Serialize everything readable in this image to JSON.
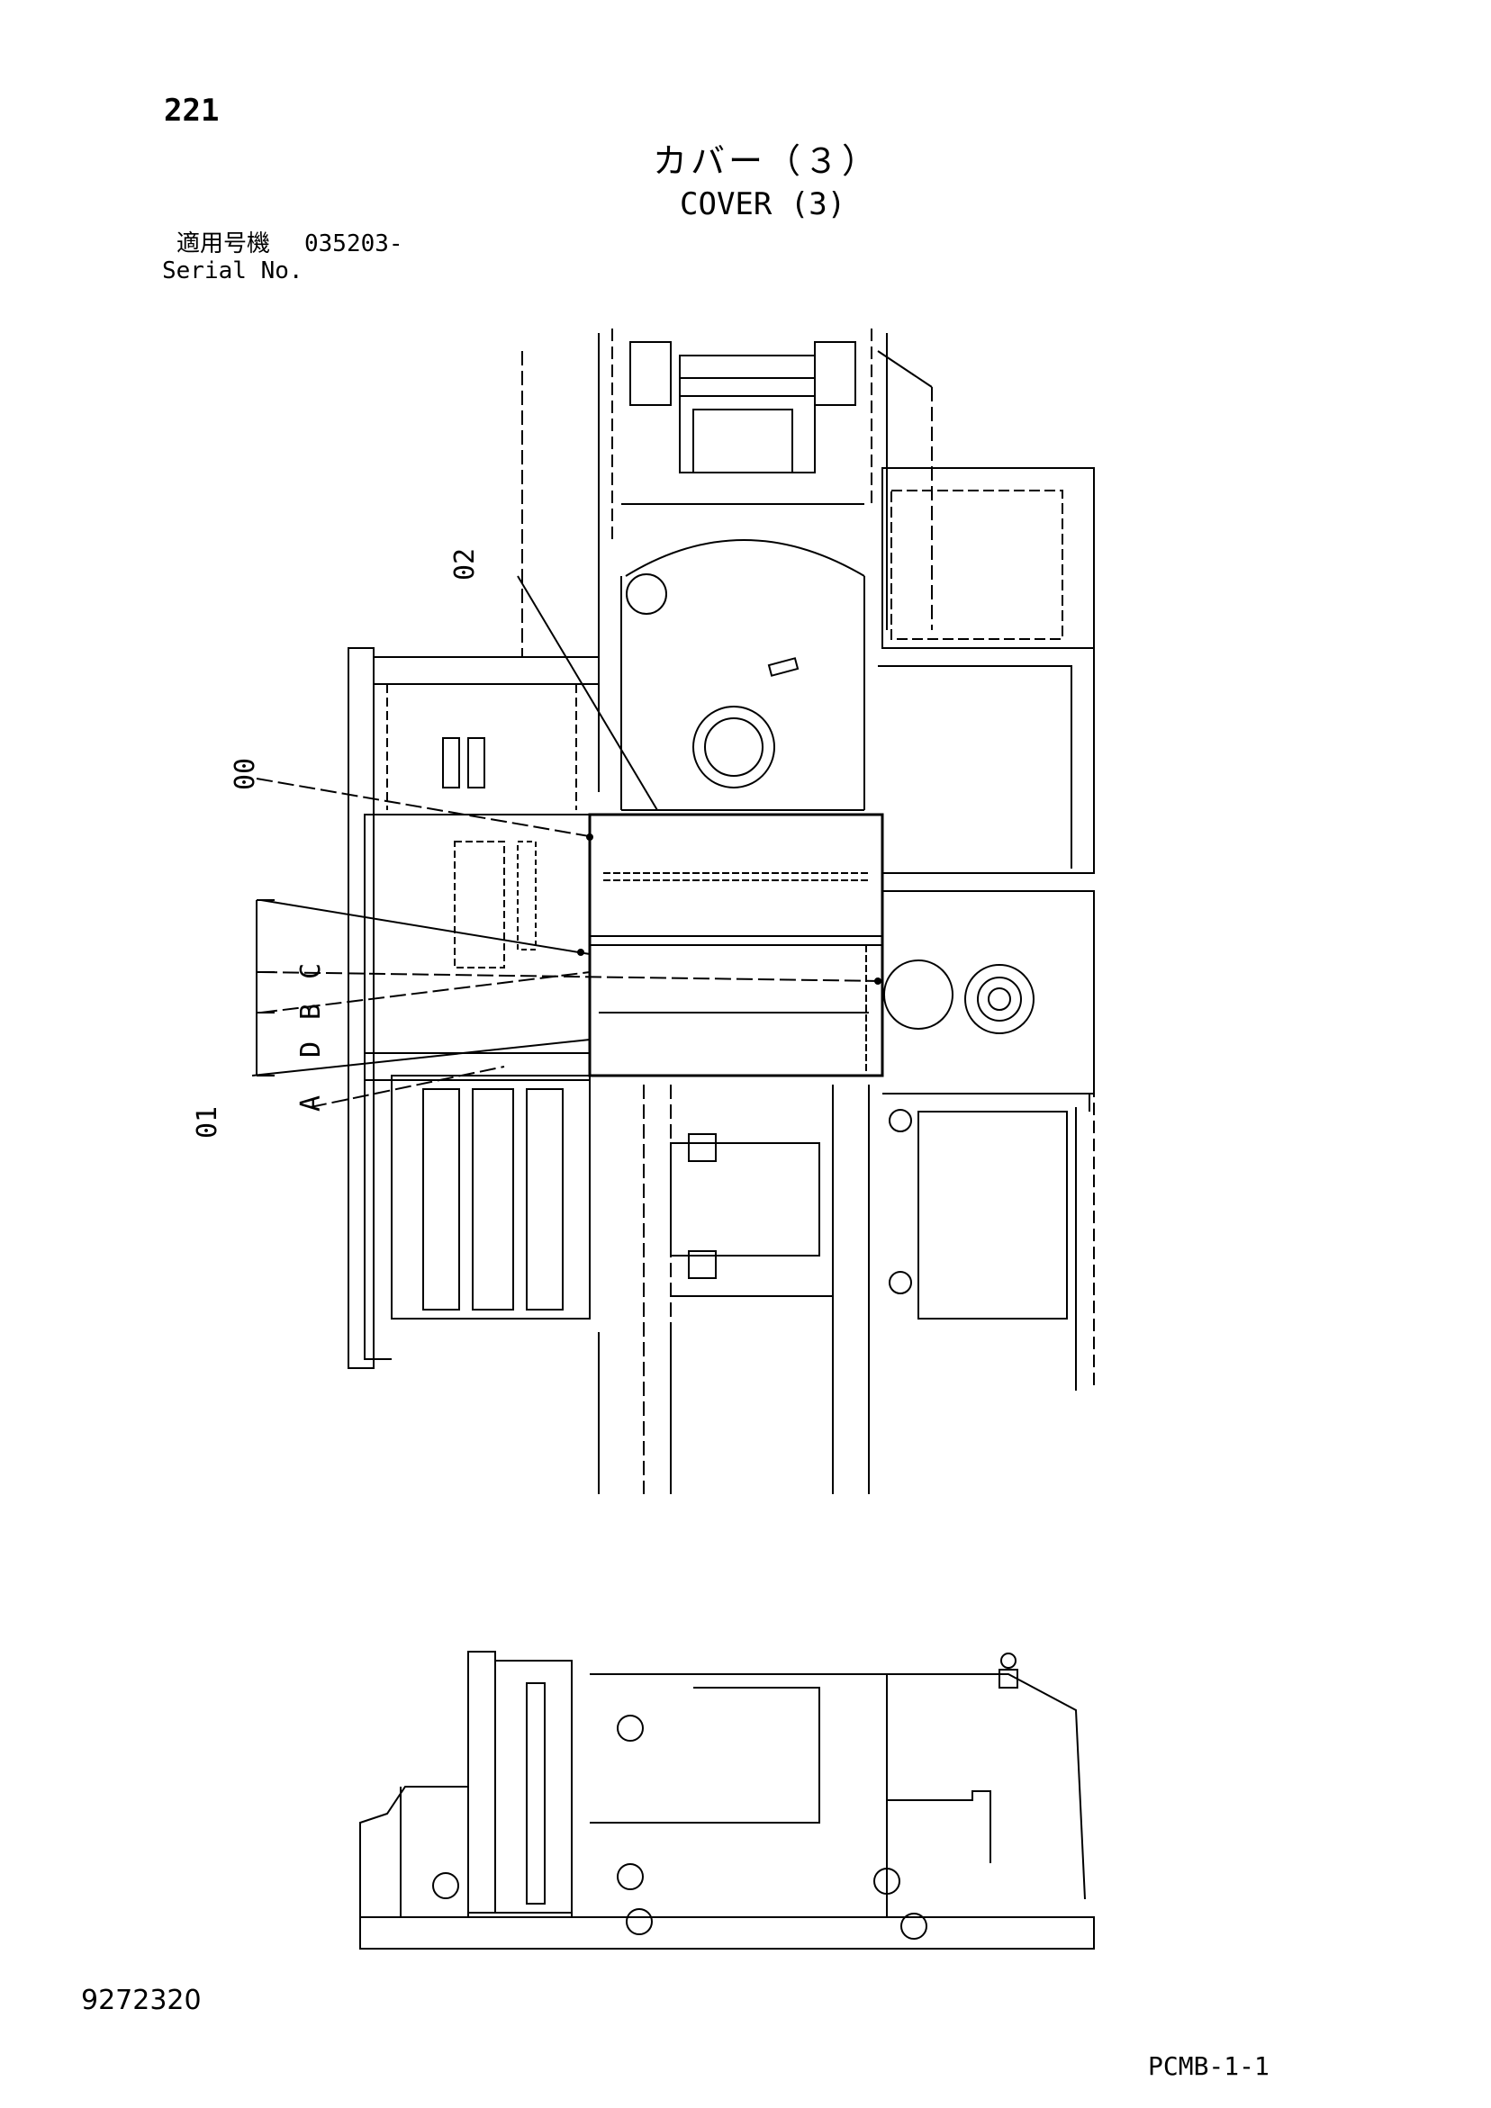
{
  "header": {
    "page_number": "221",
    "title_jp": "カバー（３）",
    "title_en": "COVER (3)",
    "serial_label_jp": "適用号機",
    "serial_value": "035203-",
    "serial_label_en": "Serial No."
  },
  "callouts": {
    "c00": "00",
    "c01": "01",
    "c02": "02",
    "cA": "A",
    "cB": "B",
    "cC": "C",
    "cD": "D"
  },
  "footer": {
    "document_number": "9272320",
    "page_code": "PCMB-1-1"
  }
}
